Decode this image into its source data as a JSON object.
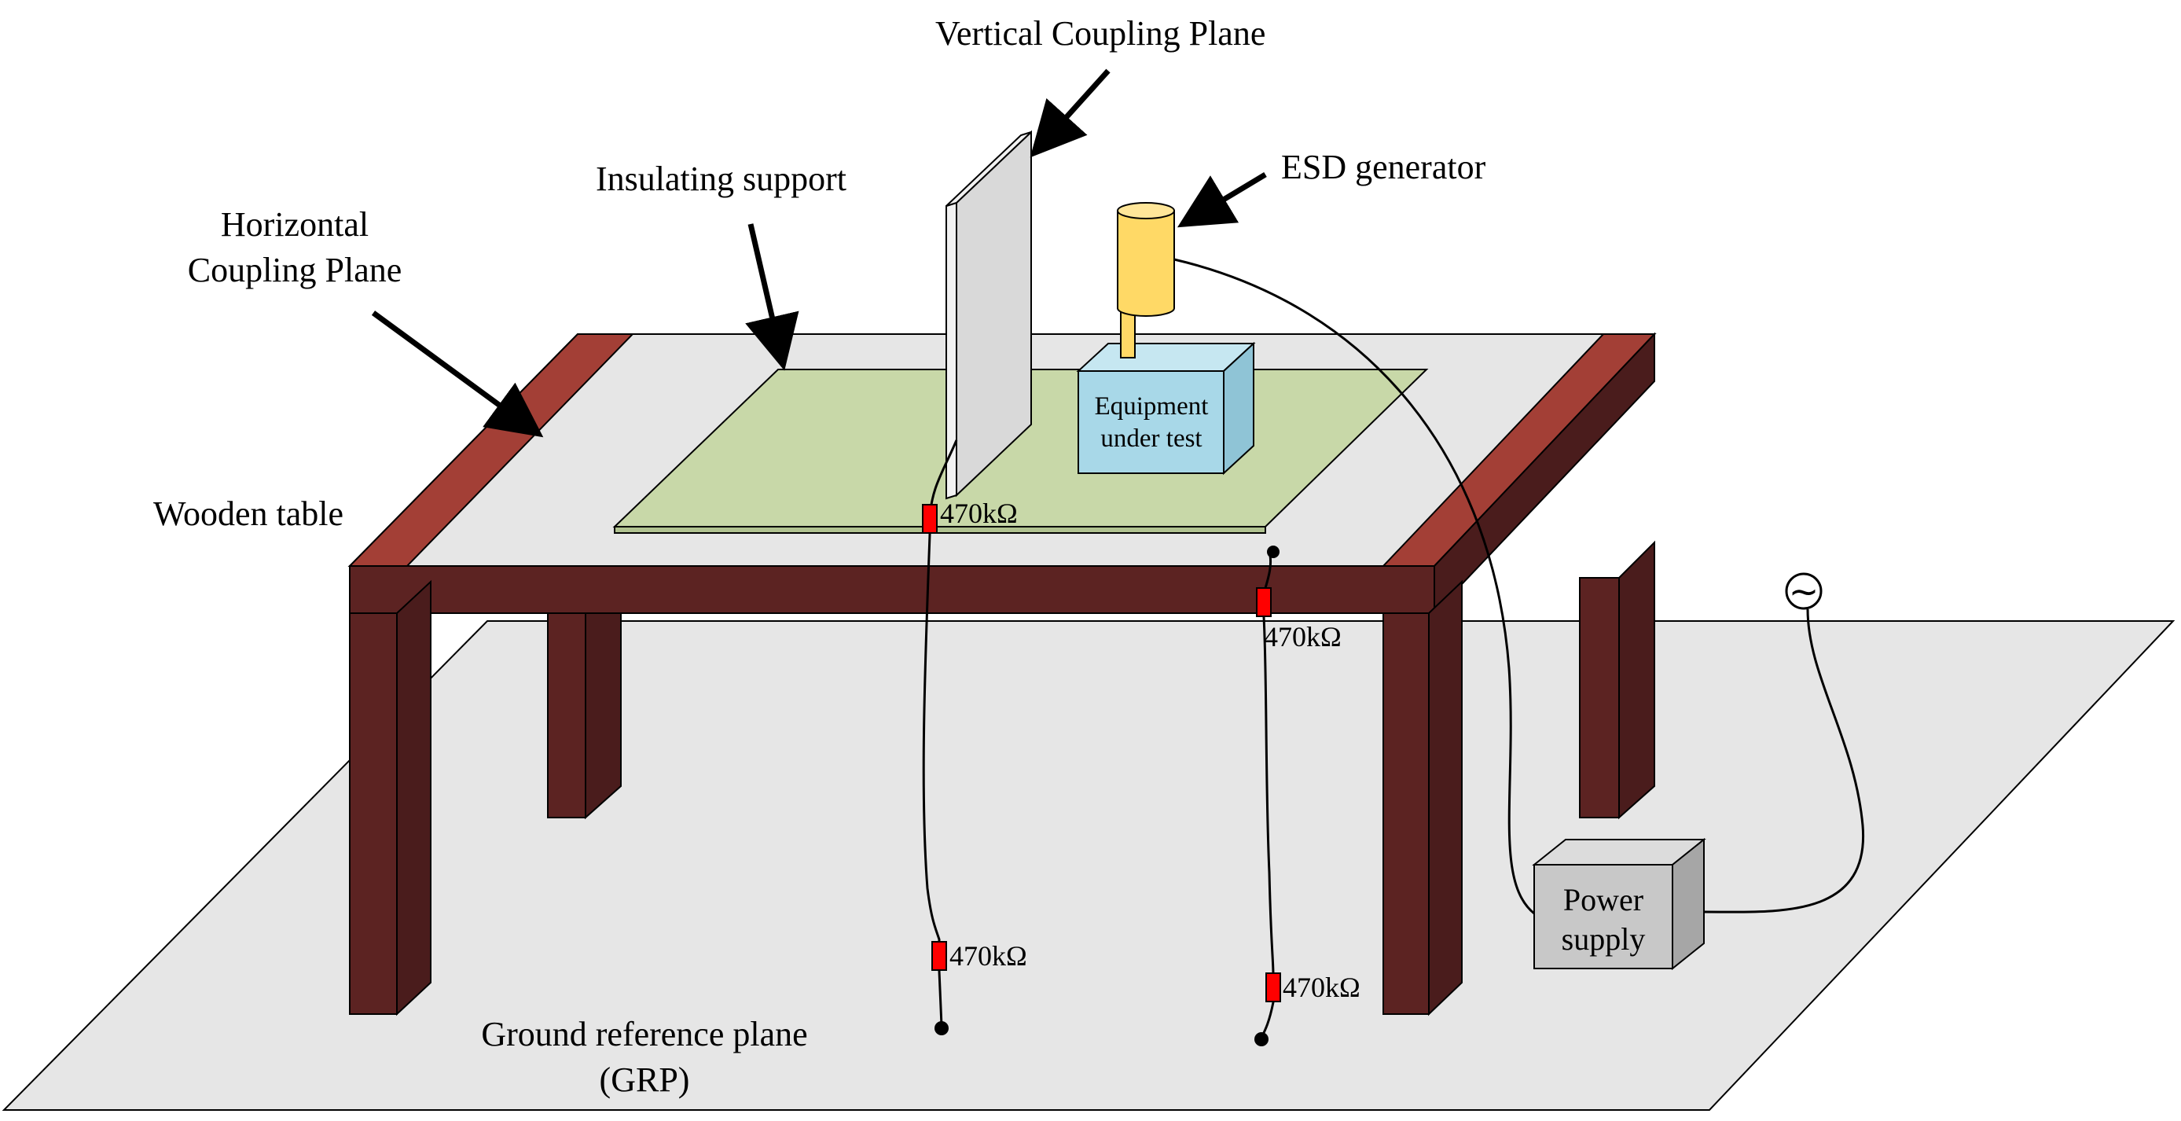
{
  "labels": {
    "vertical_coupling_plane": "Vertical Coupling Plane",
    "esd_generator": "ESD generator",
    "insulating_support": "Insulating support",
    "horizontal_coupling_plane_line1": "Horizontal",
    "horizontal_coupling_plane_line2": "Coupling Plane",
    "wooden_table": "Wooden table",
    "equipment_under_test_line1": "Equipment",
    "equipment_under_test_line2": "under test",
    "power_supply_line1": "Power",
    "power_supply_line2": "supply",
    "grp_line1": "Ground reference plane",
    "grp_line2": "(GRP)",
    "resistor_1": "470kΩ",
    "resistor_2": "470kΩ",
    "resistor_3": "470kΩ",
    "resistor_4": "470kΩ",
    "ac_source_symbol": "~"
  },
  "colors": {
    "table_top_surface": "#e6e6e6",
    "table_edge_red": "#a33f36",
    "table_wood_dark": "#5c2322",
    "table_wood_darker": "#4a1c1c",
    "horizontal_coupling_plane": "#c8d8a8",
    "vertical_coupling_plane": "#d9d9d9",
    "esd_generator": "#ffd966",
    "eut_box": "#a8d8e8",
    "power_supply_box": "#c8c8c8",
    "ground_reference_plane": "#e6e6e6",
    "resistor": "#ff0000",
    "cable": "#000000"
  }
}
